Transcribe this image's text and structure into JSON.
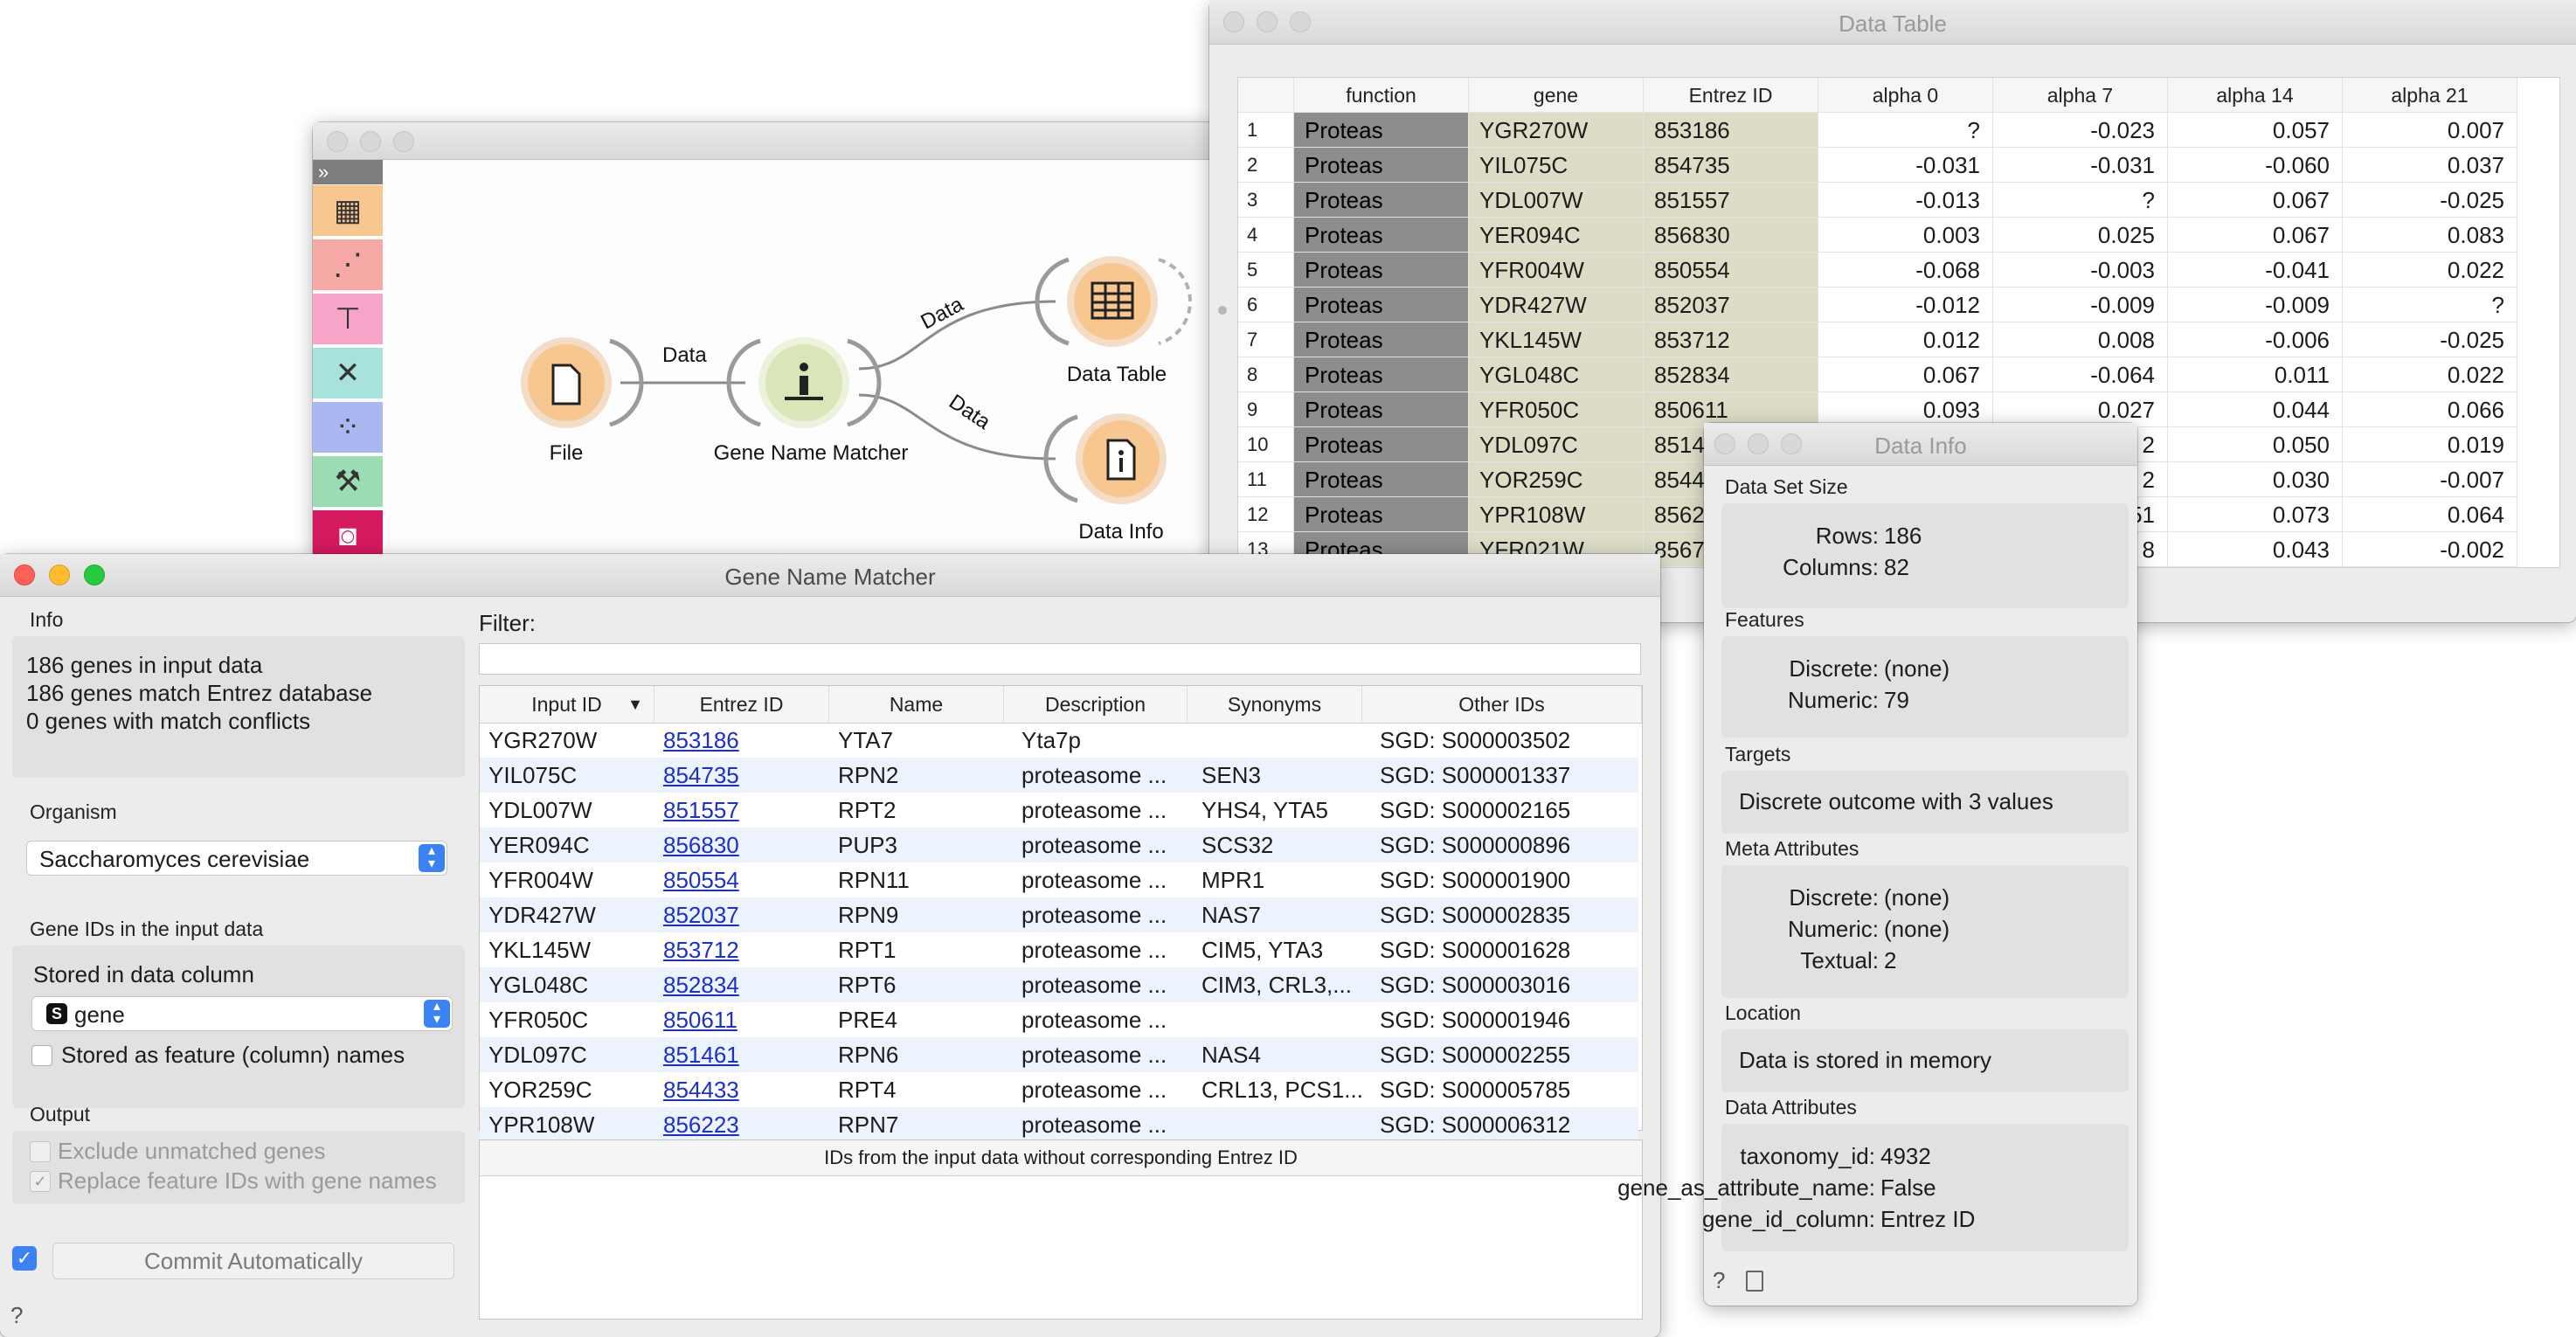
{
  "canvas": {
    "toolbox": [
      {
        "icon": "table-widget-icon",
        "color": "#f8c78f"
      },
      {
        "icon": "scatter-plot-icon",
        "color": "#f6a9a5"
      },
      {
        "icon": "tree-model-icon",
        "color": "#f6a5c8"
      },
      {
        "icon": "evaluate-icon",
        "color": "#a8e3db"
      },
      {
        "icon": "cluster-icon",
        "color": "#aab7f0"
      },
      {
        "icon": "bioinformatics-icon",
        "color": "#9bdcb4"
      },
      {
        "icon": "camera-icon",
        "color": "#d5195f"
      }
    ],
    "nodes": {
      "file": "File",
      "gene_name_matcher": "Gene Name Matcher",
      "data_table": "Data Table",
      "data_info": "Data Info"
    },
    "links": {
      "file_to_matcher": "Data",
      "matcher_to_table": "Data",
      "matcher_to_info": "Data"
    }
  },
  "data_table": {
    "title": "Data Table",
    "columns": [
      "function",
      "gene",
      "Entrez ID",
      "alpha 0",
      "alpha 7",
      "alpha 14",
      "alpha 21"
    ],
    "rows": [
      {
        "idx": "1",
        "function": "Proteas",
        "gene": "YGR270W",
        "entrez": "853186",
        "a0": "?",
        "a7": "-0.023",
        "a14": "0.057",
        "a21": "0.007"
      },
      {
        "idx": "2",
        "function": "Proteas",
        "gene": "YIL075C",
        "entrez": "854735",
        "a0": "-0.031",
        "a7": "-0.031",
        "a14": "-0.060",
        "a21": "0.037"
      },
      {
        "idx": "3",
        "function": "Proteas",
        "gene": "YDL007W",
        "entrez": "851557",
        "a0": "-0.013",
        "a7": "?",
        "a14": "0.067",
        "a21": "-0.025"
      },
      {
        "idx": "4",
        "function": "Proteas",
        "gene": "YER094C",
        "entrez": "856830",
        "a0": "0.003",
        "a7": "0.025",
        "a14": "0.067",
        "a21": "0.083"
      },
      {
        "idx": "5",
        "function": "Proteas",
        "gene": "YFR004W",
        "entrez": "850554",
        "a0": "-0.068",
        "a7": "-0.003",
        "a14": "-0.041",
        "a21": "0.022"
      },
      {
        "idx": "6",
        "function": "Proteas",
        "gene": "YDR427W",
        "entrez": "852037",
        "a0": "-0.012",
        "a7": "-0.009",
        "a14": "-0.009",
        "a21": "?"
      },
      {
        "idx": "7",
        "function": "Proteas",
        "gene": "YKL145W",
        "entrez": "853712",
        "a0": "0.012",
        "a7": "0.008",
        "a14": "-0.006",
        "a21": "-0.025"
      },
      {
        "idx": "8",
        "function": "Proteas",
        "gene": "YGL048C",
        "entrez": "852834",
        "a0": "0.067",
        "a7": "-0.064",
        "a14": "0.011",
        "a21": "0.022"
      },
      {
        "idx": "9",
        "function": "Proteas",
        "gene": "YFR050C",
        "entrez": "850611",
        "a0": "0.093",
        "a7": "0.027",
        "a14": "0.044",
        "a21": "0.066"
      },
      {
        "idx": "10",
        "function": "Proteas",
        "gene": "YDL097C",
        "entrez": "85146",
        "a0": "",
        "a7": "2",
        "a14": "0.050",
        "a21": "0.019"
      },
      {
        "idx": "11",
        "function": "Proteas",
        "gene": "YOR259C",
        "entrez": "8544",
        "a0": "",
        "a7": "2",
        "a14": "0.030",
        "a21": "-0.007"
      },
      {
        "idx": "12",
        "function": "Proteas",
        "gene": "YPR108W",
        "entrez": "8562",
        "a0": "",
        "a7": "51",
        "a14": "0.073",
        "a21": "0.064"
      },
      {
        "idx": "13",
        "function": "Proteas",
        "gene": "YFR021W",
        "entrez": "8567",
        "a0": "",
        "a7": "8",
        "a14": "0.043",
        "a21": "-0.002"
      }
    ]
  },
  "gene_name_matcher": {
    "title": "Gene Name Matcher",
    "info": {
      "label": "Info",
      "lines": [
        "186 genes in input data",
        "186 genes match Entrez database",
        "0 genes with match conflicts"
      ]
    },
    "organism": {
      "label": "Organism",
      "value": "Saccharomyces cerevisiae"
    },
    "gene_ids": {
      "label": "Gene IDs in the input data",
      "stored_in_column": "Stored in data column",
      "column_badge": "S",
      "column_value": "gene",
      "stored_as_names": "Stored as feature (column) names"
    },
    "output": {
      "label": "Output",
      "exclude": "Exclude unmatched genes",
      "replace": "Replace feature IDs with gene names"
    },
    "commit": {
      "label": "Commit Automatically"
    },
    "filter_label": "Filter:",
    "filter_value": "",
    "table": {
      "columns": [
        "Input ID",
        "Entrez ID",
        "Name",
        "Description",
        "Synonyms",
        "Other IDs"
      ],
      "rows": [
        {
          "input": "YGR270W",
          "entrez": "853186",
          "name": "YTA7",
          "desc": "Yta7p",
          "syn": "",
          "other": "SGD: S000003502"
        },
        {
          "input": "YIL075C",
          "entrez": "854735",
          "name": "RPN2",
          "desc": "proteasome ...",
          "syn": "SEN3",
          "other": "SGD: S000001337"
        },
        {
          "input": "YDL007W",
          "entrez": "851557",
          "name": "RPT2",
          "desc": "proteasome ...",
          "syn": "YHS4, YTA5",
          "other": "SGD: S000002165"
        },
        {
          "input": "YER094C",
          "entrez": "856830",
          "name": "PUP3",
          "desc": "proteasome ...",
          "syn": "SCS32",
          "other": "SGD: S000000896"
        },
        {
          "input": "YFR004W",
          "entrez": "850554",
          "name": "RPN11",
          "desc": "proteasome ...",
          "syn": "MPR1",
          "other": "SGD: S000001900"
        },
        {
          "input": "YDR427W",
          "entrez": "852037",
          "name": "RPN9",
          "desc": "proteasome ...",
          "syn": "NAS7",
          "other": "SGD: S000002835"
        },
        {
          "input": "YKL145W",
          "entrez": "853712",
          "name": "RPT1",
          "desc": "proteasome ...",
          "syn": "CIM5, YTA3",
          "other": "SGD: S000001628"
        },
        {
          "input": "YGL048C",
          "entrez": "852834",
          "name": "RPT6",
          "desc": "proteasome ...",
          "syn": "CIM3, CRL3,...",
          "other": "SGD: S000003016"
        },
        {
          "input": "YFR050C",
          "entrez": "850611",
          "name": "PRE4",
          "desc": "proteasome ...",
          "syn": "",
          "other": "SGD: S000001946"
        },
        {
          "input": "YDL097C",
          "entrez": "851461",
          "name": "RPN6",
          "desc": "proteasome ...",
          "syn": "NAS4",
          "other": "SGD: S000002255"
        },
        {
          "input": "YOR259C",
          "entrez": "854433",
          "name": "RPT4",
          "desc": "proteasome ...",
          "syn": "CRL13, PCS1...",
          "other": "SGD: S000005785"
        },
        {
          "input": "YPR108W",
          "entrez": "856223",
          "name": "RPN7",
          "desc": "proteasome ...",
          "syn": "",
          "other": "SGD: S000006312"
        }
      ]
    },
    "unmatched_header": "IDs from the input data without corresponding Entrez ID"
  },
  "data_info": {
    "title": "Data Info",
    "set_size": {
      "label": "Data Set Size",
      "rows_label": "Rows:",
      "rows": "186",
      "columns_label": "Columns:",
      "columns": "82"
    },
    "features": {
      "label": "Features",
      "discrete_label": "Discrete:",
      "discrete": "(none)",
      "numeric_label": "Numeric:",
      "numeric": "79"
    },
    "targets": {
      "label": "Targets",
      "value": "Discrete outcome with 3 values"
    },
    "meta": {
      "label": "Meta Attributes",
      "discrete_label": "Discrete:",
      "discrete": "(none)",
      "numeric_label": "Numeric:",
      "numeric": "(none)",
      "textual_label": "Textual:",
      "textual": "2"
    },
    "location": {
      "label": "Location",
      "value": "Data is stored in memory"
    },
    "attributes": {
      "label": "Data Attributes",
      "items": [
        {
          "key": "taxonomy_id:",
          "value": "4932"
        },
        {
          "key": "gene_as_attribute_name:",
          "value": "False"
        },
        {
          "key": "gene_id_column:",
          "value": "Entrez ID"
        }
      ]
    }
  }
}
